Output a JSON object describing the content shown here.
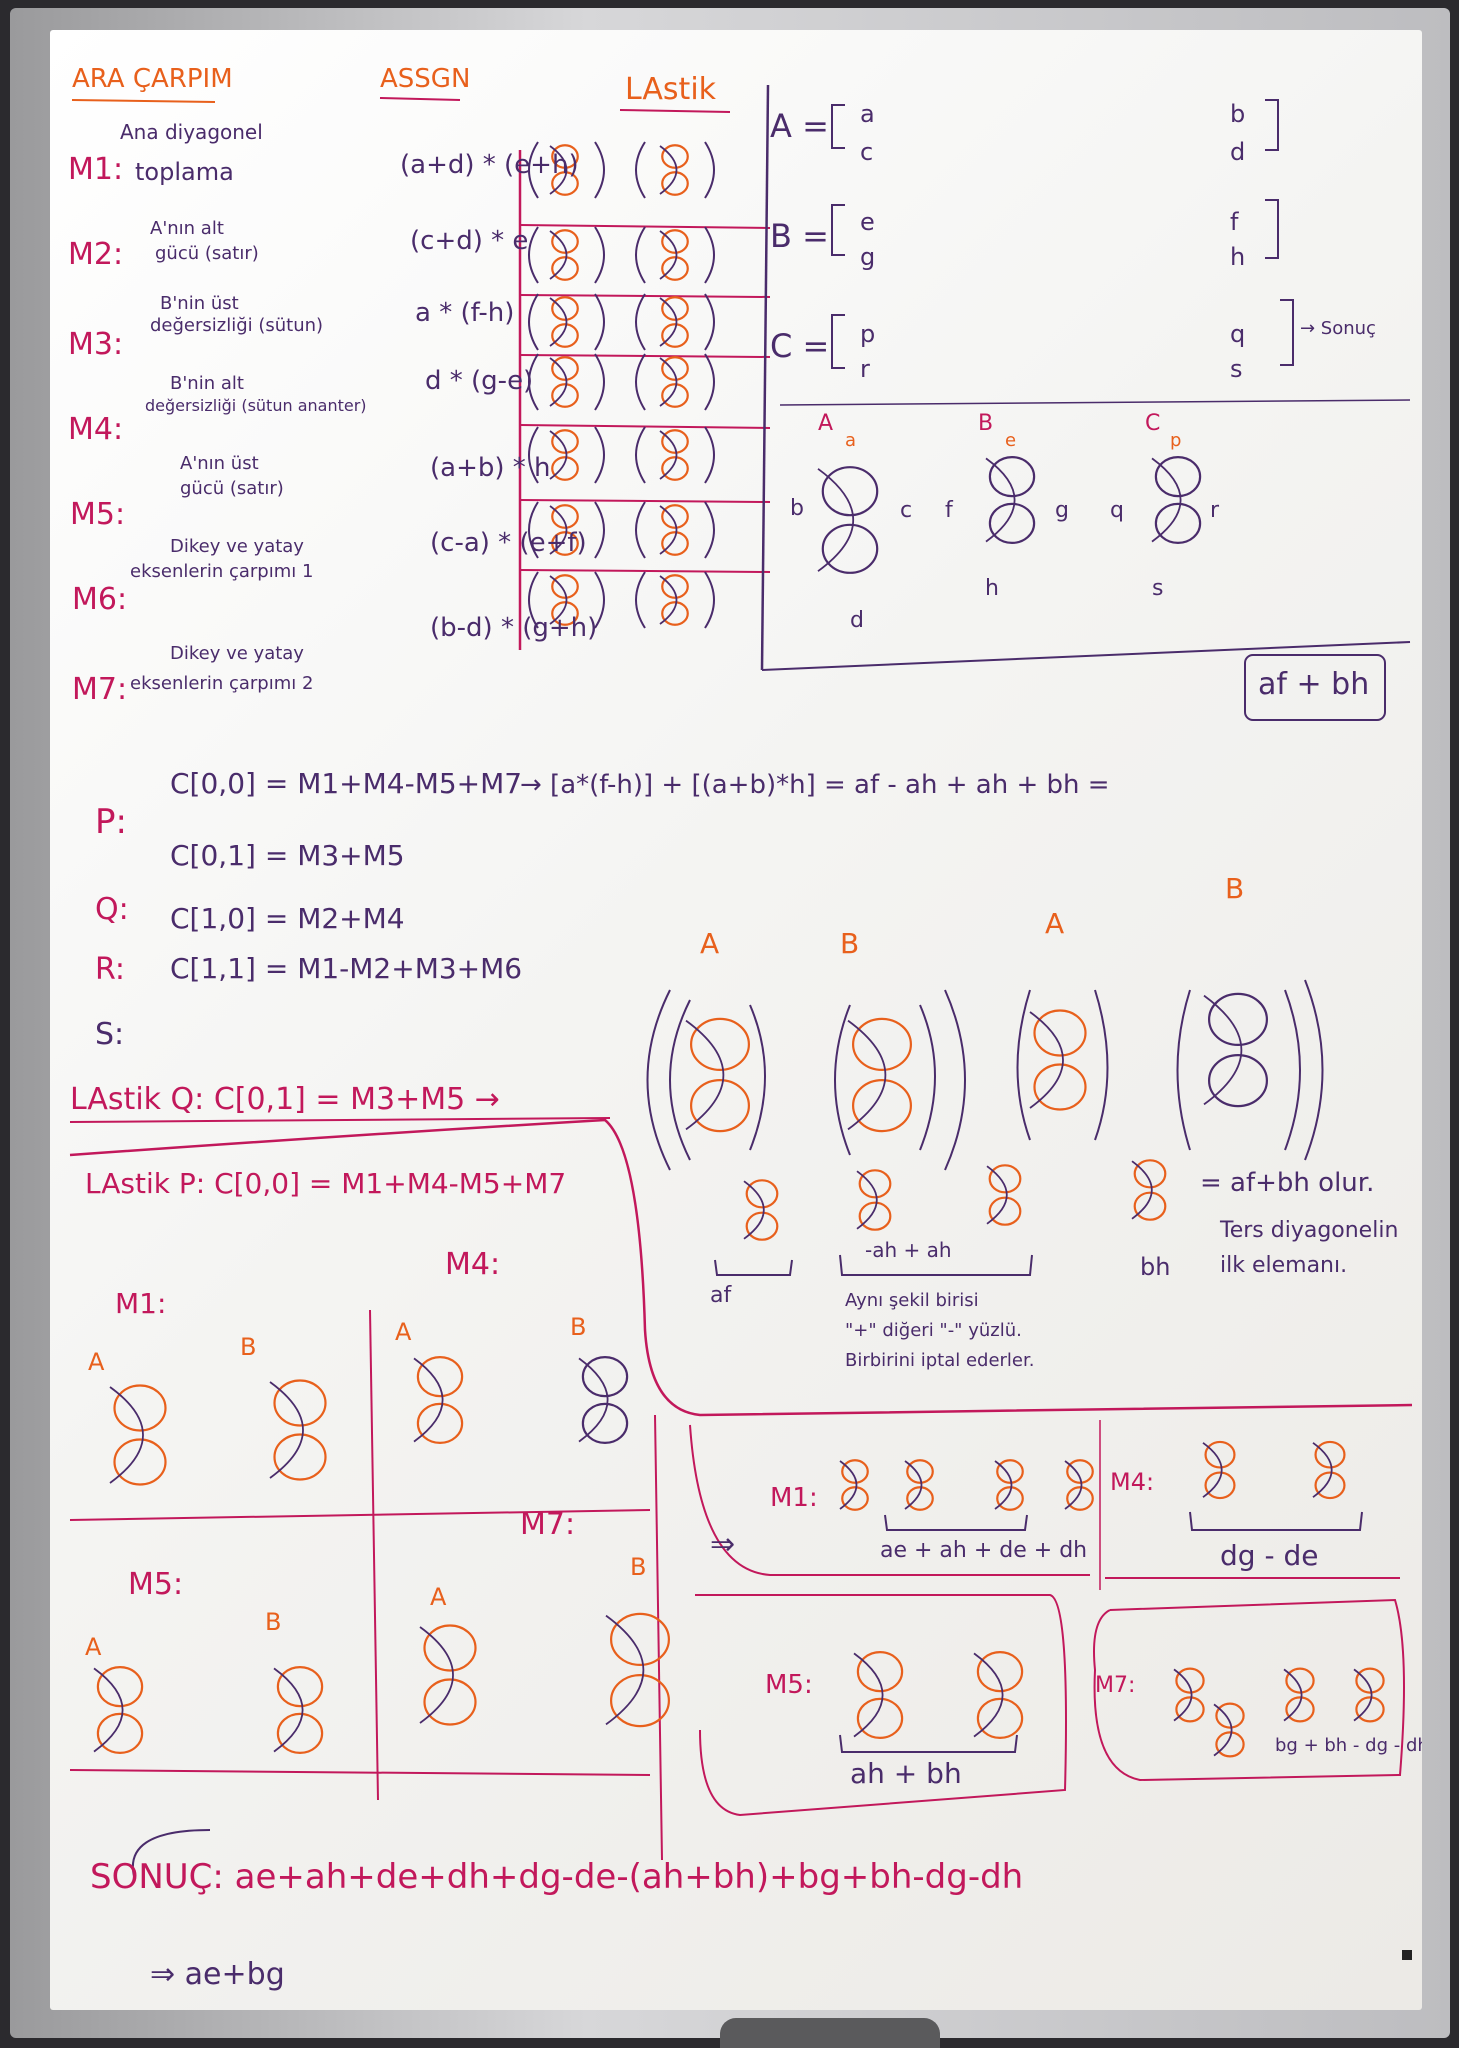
{
  "board": {
    "headers": {
      "ara_carpim": "ARA ÇARPIM",
      "assign": "ASSGN",
      "lastik": "LAstik"
    },
    "multiplications": [
      {
        "label": "M1:",
        "desc": [
          "Ana diyagonel",
          "toplama"
        ],
        "assign": "(a+d) * (e+h)"
      },
      {
        "label": "M2:",
        "desc": [
          "A'nın alt",
          "gücü (satır)"
        ],
        "assign": "(c+d) * e"
      },
      {
        "label": "M3:",
        "desc": [
          "B'nin üst",
          "değersizliği (sütun)"
        ],
        "assign": "a * (f-h)"
      },
      {
        "label": "M4:",
        "desc": [
          "B'nin alt",
          "değersizliği (sütun ananter)"
        ],
        "assign": "d * (g-e)"
      },
      {
        "label": "M5:",
        "desc": [
          "A'nın üst",
          "gücü (satır)"
        ],
        "assign": "(a+b) * h"
      },
      {
        "label": "M6:",
        "desc": [
          "Dikey ve yatay",
          "eksenlerin çarpımı 1"
        ],
        "assign": "(c-a) * (e+f)"
      },
      {
        "label": "M7:",
        "desc": [
          "Dikey ve yatay",
          "eksenlerin çarpımı 2"
        ],
        "assign": "(b-d) * (g+h)"
      }
    ],
    "matrices": {
      "A": {
        "name": "A =",
        "cells": [
          "a",
          "b",
          "c",
          "d"
        ]
      },
      "B": {
        "name": "B =",
        "cells": [
          "e",
          "f",
          "g",
          "h"
        ]
      },
      "C": {
        "name": "C =",
        "cells": [
          "p",
          "q",
          "r",
          "s"
        ],
        "note": "→ Sonuç"
      }
    },
    "knot_labels": {
      "A": {
        "title": "A",
        "top": "a",
        "left": "b",
        "right": "c",
        "bottom": "d"
      },
      "B": {
        "title": "B",
        "top": "e",
        "left": "f",
        "right": "g",
        "bottom": "h"
      },
      "C": {
        "title": "C",
        "top": "p",
        "left": "q",
        "right": "r",
        "bottom": "s"
      }
    },
    "results": [
      {
        "label": "P:",
        "eq": "C[0,0] = M1+M4-M5+M7"
      },
      {
        "label": "Q:",
        "eq": "C[0,1] = M3+M5"
      },
      {
        "label": "R:",
        "eq": "C[1,0] = M2+M4"
      },
      {
        "label": "S:",
        "eq": "C[1,1] = M1-M2+M3+M6"
      }
    ],
    "p_expansion": "→ [a*(f-h)] + [(a+b)*h] = af - ah + ah + bh =",
    "p_box": "af + bh",
    "lastik_q": {
      "title": "LAstik Q: C[0,1] = M3+M5 →",
      "mat_a": "A",
      "mat_b": "B",
      "sum_labels": [
        "af",
        "-ah + ah",
        "bh"
      ],
      "result": "= af+bh olur.",
      "note": [
        "Ters diyagonelin",
        "ilk elemanı."
      ],
      "cancel_note": [
        "Aynı şekil birisi",
        "\"+\" diğeri \"-\" yüzlü.",
        "Birbirini iptal ederler."
      ]
    },
    "lastik_p": {
      "title": "LAstik P: C[0,0] = M1+M4-M5+M7",
      "cells": [
        "M1:",
        "M4:",
        "M5:",
        "M7:"
      ],
      "mat_a": "A",
      "mat_b": "B"
    },
    "expansions": [
      {
        "label": "M1:",
        "sum": "ae + ah + de + dh"
      },
      {
        "label": "M4:",
        "sum": "dg - de"
      },
      {
        "label": "M5:",
        "sum": "ah + bh"
      },
      {
        "label": "M7:",
        "sum": "bg + bh - dg - dh"
      }
    ],
    "arrow": "⇒",
    "sonuc": "SONUÇ: ae+ah+de+dh+dg-de-(ah+bh)+bg+bh-dg-dh",
    "final": "⇒ ae+bg"
  }
}
